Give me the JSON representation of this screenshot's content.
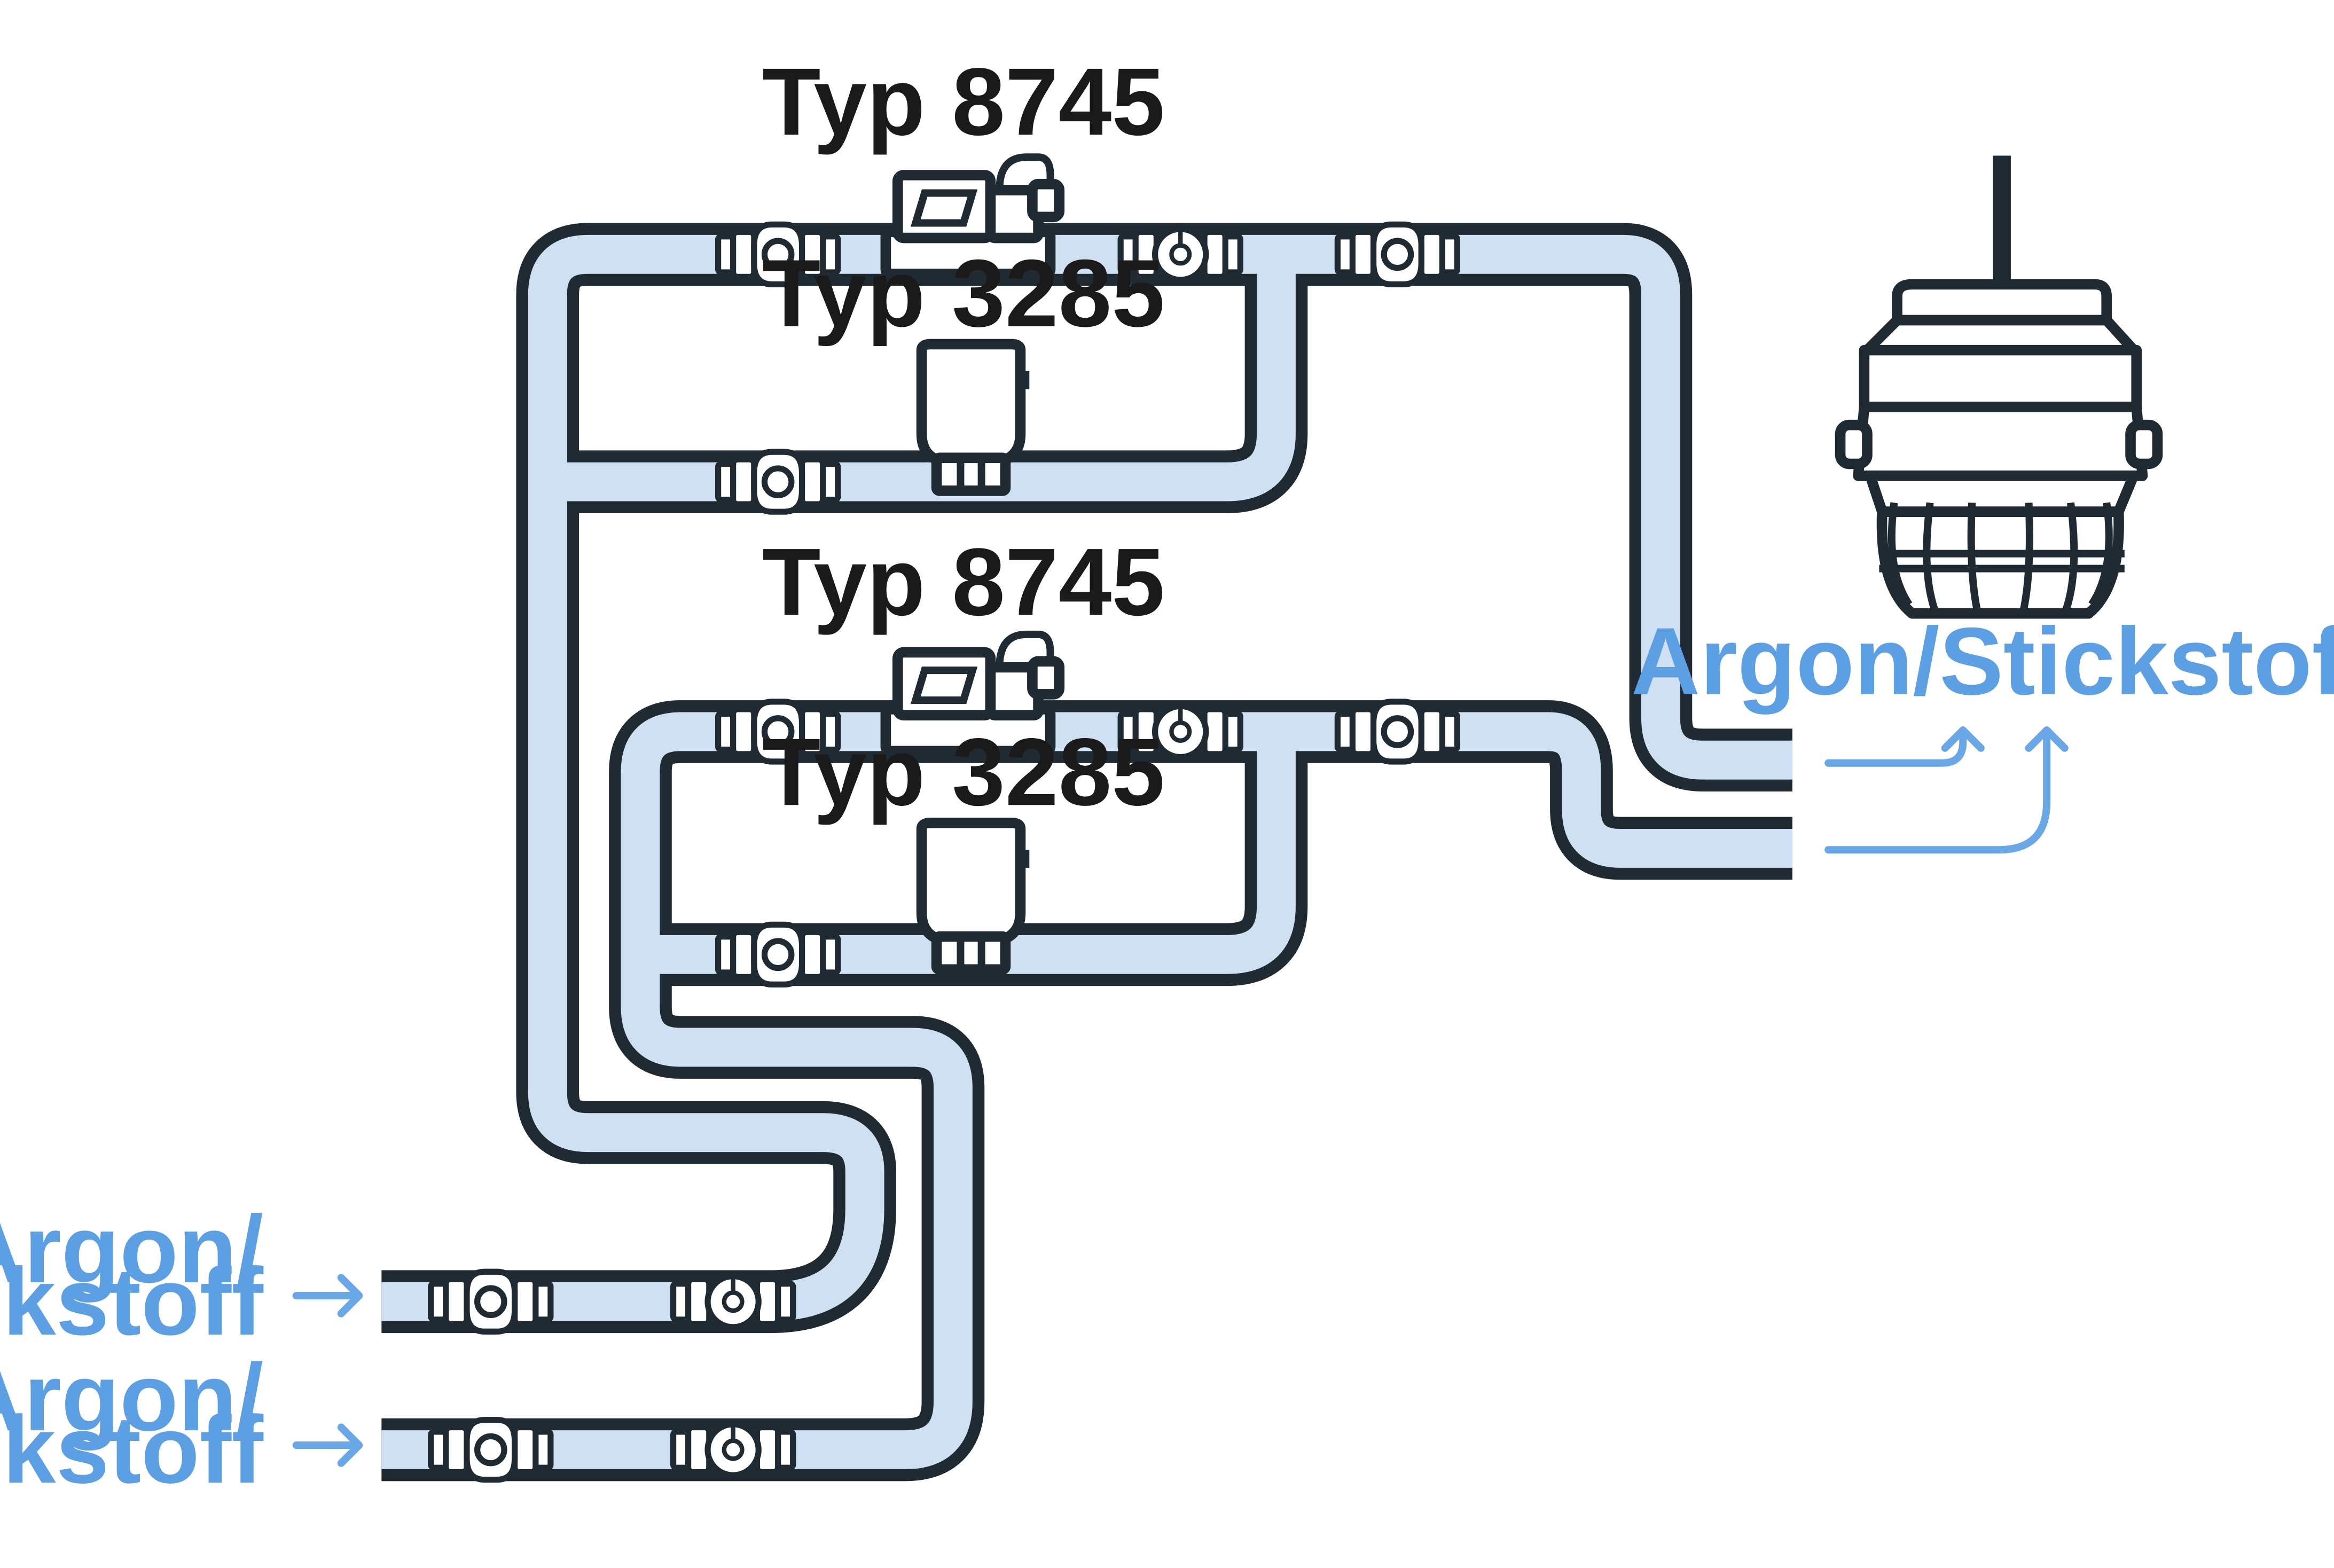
{
  "labels": {
    "valve_top_upper": "Typ 8745",
    "pump_top_upper": "Typ 3285",
    "valve_top_lower": "Typ 8745",
    "pump_top_lower": "Typ 3285",
    "output": "Argon/Stickstoff",
    "input1_line1": "Argon/",
    "input1_line2": "Stickstoff",
    "input2_line1": "Argon/",
    "input2_line2": "Stickstoff"
  },
  "colors": {
    "pipe_fill": "#cfe0f3",
    "outline": "#1f2a33",
    "accent_blue": "#5d9fe3",
    "label_dark": "#1a1a1a"
  }
}
